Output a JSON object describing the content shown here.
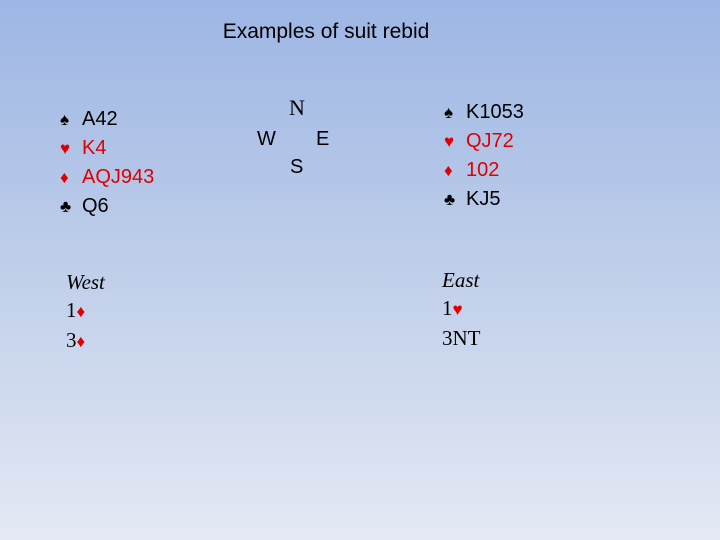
{
  "title": "Examples of suit rebid",
  "colors": {
    "red_suit": "#e00000",
    "black_suit": "#000000"
  },
  "compass": {
    "north": "N",
    "west": "W",
    "east": "E",
    "south": "S"
  },
  "west_hand": {
    "spades": {
      "symbol": "♠",
      "cards": "A42"
    },
    "hearts": {
      "symbol": "♥",
      "cards": "K4"
    },
    "diamonds": {
      "symbol": "♦",
      "cards": "AQJ943"
    },
    "clubs": {
      "symbol": "♣",
      "cards": "Q6"
    }
  },
  "east_hand": {
    "spades": {
      "symbol": "♠",
      "cards": "K1053"
    },
    "hearts": {
      "symbol": "♥",
      "cards": "QJ72"
    },
    "diamonds": {
      "symbol": "♦",
      "cards": "102"
    },
    "clubs": {
      "symbol": "♣",
      "cards": "KJ5"
    }
  },
  "west_bids": {
    "heading": "West",
    "bids": [
      {
        "level": "1",
        "symbol": "♦"
      },
      {
        "level": "3",
        "symbol": "♦"
      }
    ]
  },
  "east_bids": {
    "heading": "East",
    "bids": [
      {
        "level": "1",
        "symbol": "♥"
      },
      {
        "level": "3NT",
        "symbol": ""
      }
    ]
  }
}
